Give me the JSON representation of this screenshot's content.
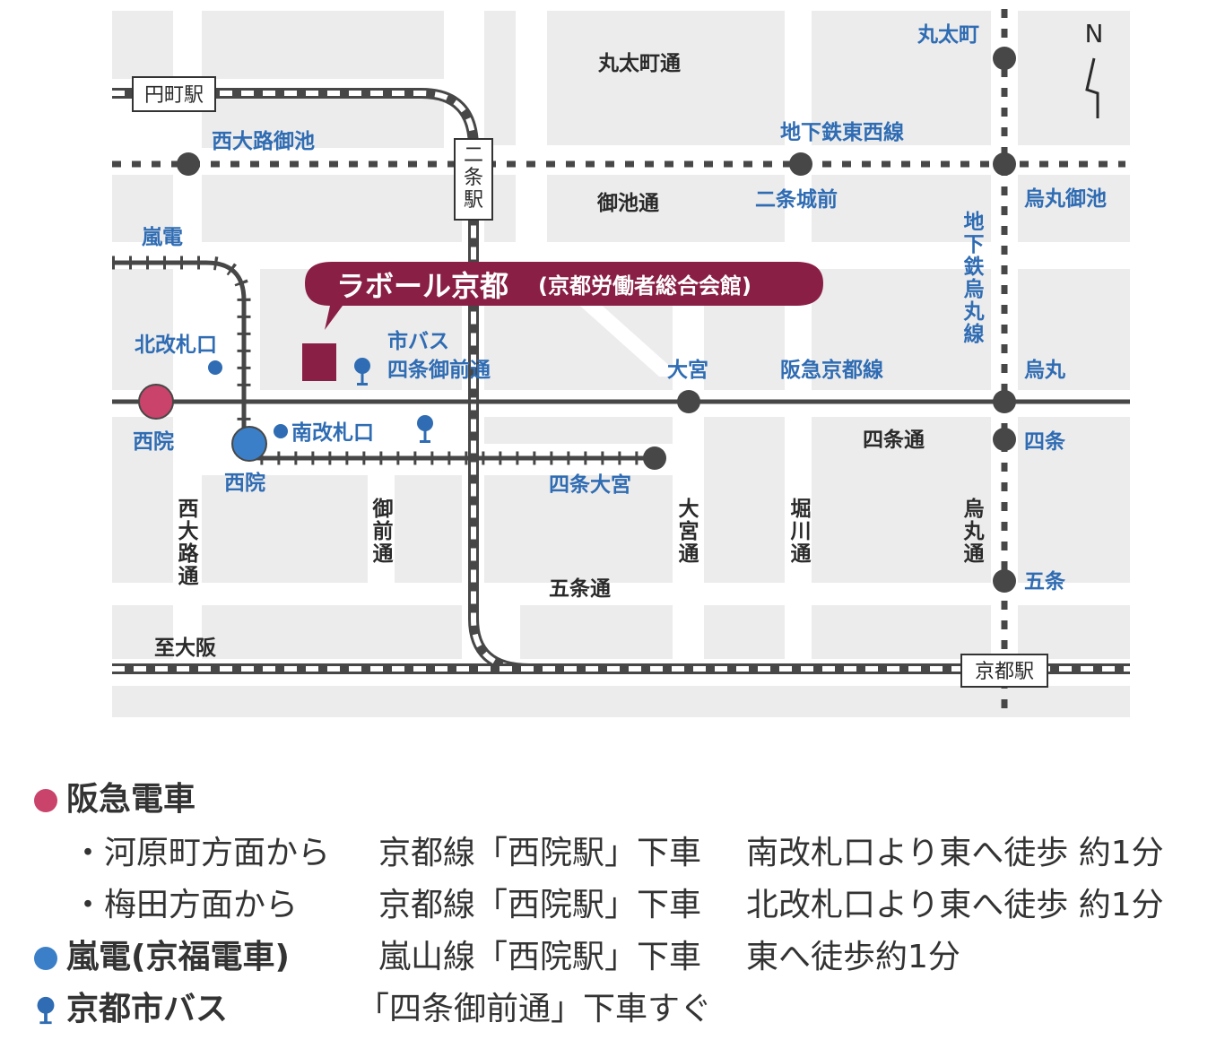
{
  "map": {
    "north": "N",
    "stations": {
      "enmachi": "円町駅",
      "nijo": "二条駅",
      "kyoto": "京都駅",
      "nishioji_oike": "西大路御池",
      "nijojo_mae": "二条城前",
      "karasuma_oike": "烏丸御池",
      "marutamachi": "丸太町",
      "nishiin_hankyu": "西院",
      "nishiin_randen": "西院",
      "shijo_omiya": "四条大宮",
      "omiya": "大宮",
      "karasuma": "烏丸",
      "shijo": "四条",
      "gojo": "五条",
      "kita_kaisatsu": "北改札口",
      "minami_kaisatsu": "南改札口"
    },
    "lines": {
      "tozai": "地下鉄東西線",
      "randen": "嵐電",
      "hankyu": "阪急京都線",
      "karasuma_line": "地下鉄烏丸線",
      "to_osaka": "至大阪"
    },
    "streets": {
      "marutamachi_dori": "丸太町通",
      "oike_dori": "御池通",
      "shijo_dori": "四条通",
      "gojo_dori": "五条通",
      "nishioji_dori": "西大路通",
      "onmae_dori": "御前通",
      "omiya_dori": "大宮通",
      "horikawa_dori": "堀川通",
      "karasuma_dori": "烏丸通"
    },
    "bus": {
      "line1": "市バス",
      "line2": "四条御前通"
    },
    "callout": {
      "name": "ラボール京都",
      "sub": "(京都労働者総合会館)"
    },
    "colors": {
      "hankyu": "#c9436b",
      "randen": "#3b7fc8",
      "callout": "#8a1f45",
      "marker": "#8a1f45",
      "label_blue": "#2f6cb3",
      "block": "#ececec",
      "rail": "#474747"
    }
  },
  "legend": {
    "hankyu": {
      "title": "阪急電車",
      "rows": [
        {
          "from": "・河原町方面から",
          "line": "京都線「西院駅」下車",
          "walk": "南改札口より東へ徒歩 約1分"
        },
        {
          "from": "・梅田方面から",
          "line": "京都線「西院駅」下車",
          "walk": "北改札口より東へ徒歩 約1分"
        }
      ]
    },
    "randen": {
      "title": "嵐電(京福電車)",
      "line": "嵐山線「西院駅」下車",
      "walk": "東へ徒歩約1分"
    },
    "bus": {
      "title": "京都市バス",
      "line": "「四条御前通」下車すぐ"
    }
  }
}
